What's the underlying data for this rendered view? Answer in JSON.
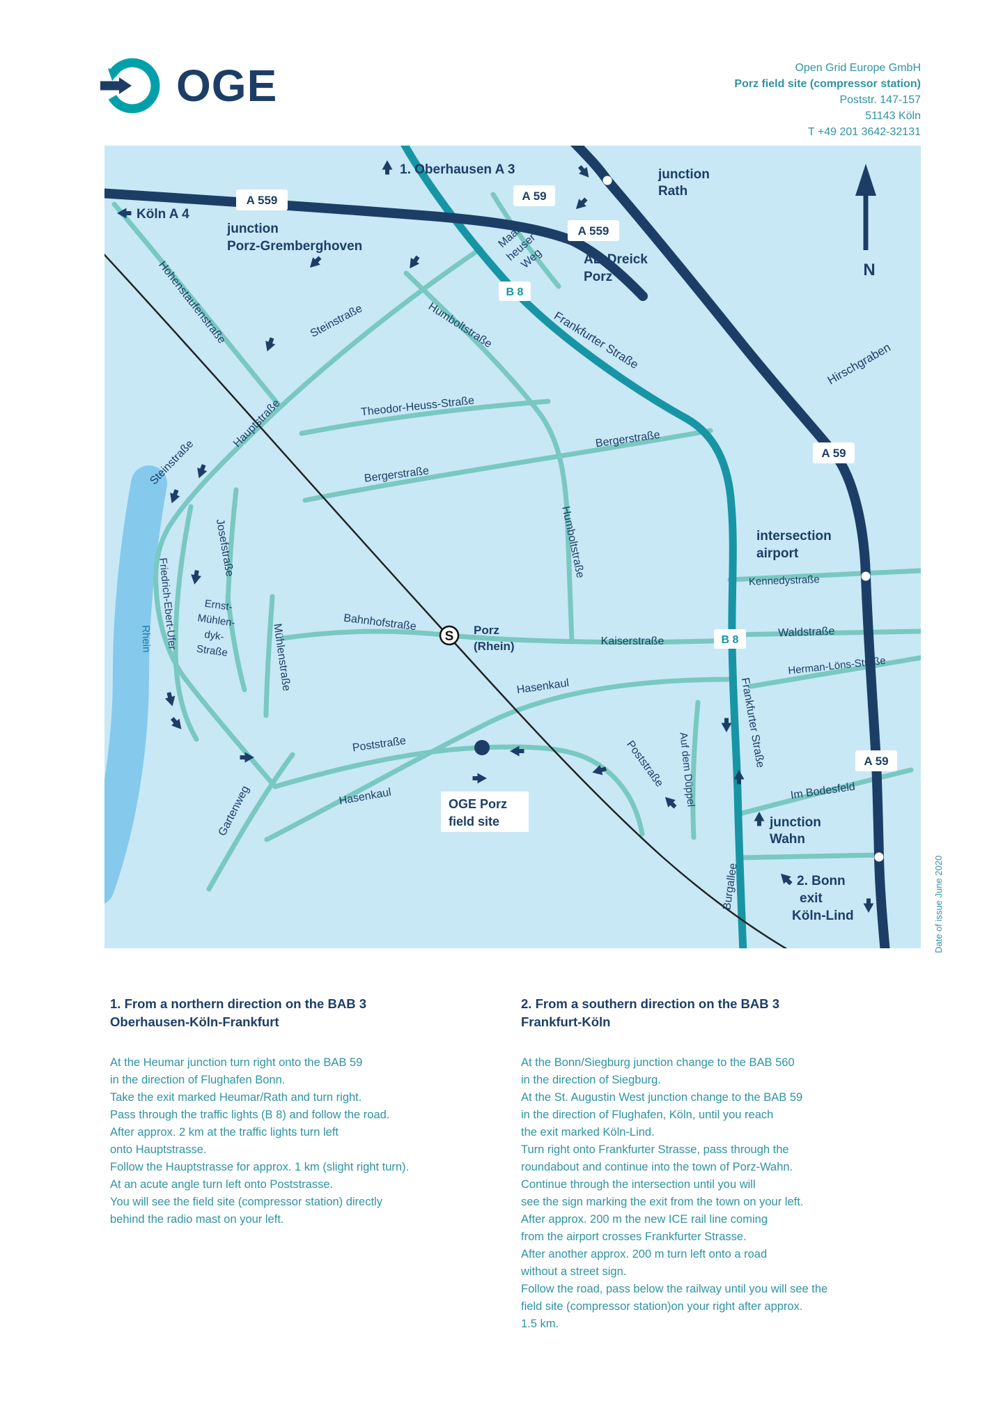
{
  "colors": {
    "navy": "#1c3e66",
    "teal_road": "#1795a5",
    "minor_road": "#79c8c1",
    "map_background": "#c8e8f6",
    "river_blue": "#85c9ec",
    "body_teal": "#2f93a3",
    "logo_teal": "#00a0ab"
  },
  "header": {
    "logo_text": "OGE",
    "company": "Open Grid Europe GmbH",
    "site": "Porz field site (compressor station)",
    "street": "Poststr. 147-157",
    "city": "51143 Köln",
    "phone": "T +49 201 3642-32131"
  },
  "map": {
    "north": "N",
    "sbahn": "S",
    "date_of_issue": "Date of issue June 2020",
    "shields": {
      "a559": "A 559",
      "a59": "A 59",
      "b8": "B 8"
    },
    "labels": {
      "oberhausen": "1. Oberhausen A 3",
      "junction_rath_1": "junction",
      "junction_rath_2": "Rath",
      "koeln_a4": "Köln A 4",
      "gremberghoven_1": "junction",
      "gremberghoven_2": "Porz-Gremberghoven",
      "maarheuser_1": "Maar-",
      "maarheuser_2": "heuser",
      "maarheuser_3": "Weg",
      "ab_dreick_1": "AB-Dreick",
      "ab_dreick_2": "Porz",
      "hirschgraben": "Hirschgraben",
      "steinstrasse_top": "Steinstraße",
      "humboltstrasse_1": "Humboltstraße",
      "frankfurter_1": "Frankfurter Straße",
      "hohenstaufenstrasse": "Hohenstaufenstraße",
      "theodor_heuss": "Theodor-Heuss-Straße",
      "bergerstrasse_1": "Bergerstraße",
      "bergerstrasse_2": "Bergerstraße",
      "steinstrasse_mid": "Steinstraße",
      "hauptstrasse": "Hauptstraße",
      "humboltstrasse_2": "Humboltstraße",
      "intersection_airport_1": "intersection",
      "intersection_airport_2": "airport",
      "kennedystrasse": "Kennedystraße",
      "josefstrasse": "Josefstraße",
      "friedrich_ebert_ufer": "Friedrich-Ebert-Ufer",
      "rhein": "Rhein",
      "ernst_1": "Ernst-",
      "ernst_2": "Mühlen-",
      "ernst_3": "dyk-",
      "ernst_4": "Straße",
      "muehlenstrasse": "Mühlenstraße",
      "bahnhofstrasse": "Bahnhofstraße",
      "porz_rhein_1": "Porz",
      "porz_rhein_2": "(Rhein)",
      "kaiserstrasse": "Kaiserstraße",
      "waldstrasse": "Waldstraße",
      "hasenkaul_1": "Hasenkaul",
      "herman_loens": "Herman-Löns-Straße",
      "frankfurter_2": "Frankfurter Straße",
      "poststrasse_1": "Poststraße",
      "poststrasse_2": "Poststraße",
      "auf_dem_dueppel": "Auf dem Düppel",
      "hasenkaul_2": "Hasenkaul",
      "gartenweg": "Gartenweg",
      "im_bodesfeld": "Im Bodesfeld",
      "junction_wahn_1": "junction",
      "junction_wahn_2": "Wahn",
      "burgallee": "Burgallee",
      "bonn_1": "2. Bonn",
      "bonn_2": "exit",
      "bonn_3": "Köln-Lind",
      "oge_site_1": "OGE Porz",
      "oge_site_2": "field site"
    }
  },
  "directions": {
    "north": {
      "heading": "1. From a northern direction on the BAB 3\nOberhausen-Köln-Frankfurt",
      "body": "At the Heumar junction turn right onto the BAB 59\nin the direction of Flughafen Bonn.\nTake the exit marked Heumar/Rath and turn right.\nPass through the traffic lights (B 8) and follow the road.\nAfter approx. 2 km at the traffic lights turn left\nonto Hauptstrasse.\nFollow the Hauptstrasse for approx. 1 km (slight right turn).\nAt an acute angle turn left onto Poststrasse.\nYou will see the field site (compressor station) directly\nbehind the radio mast on your left."
    },
    "south": {
      "heading": "2. From a southern direction on the BAB 3\nFrankfurt-Köln",
      "body": "At the Bonn/Siegburg junction change to the BAB 560\nin the direction of Siegburg.\nAt the St. Augustin West junction change to the BAB 59\nin the direction of Flughafen, Köln, until you reach\nthe exit marked Köln-Lind.\nTurn right onto Frankfurter Strasse, pass through the\nroundabout and continue into the town of Porz-Wahn.\nContinue through the intersection until you will\nsee the sign marking the exit from the town on your left.\nAfter approx. 200 m the new ICE rail line coming\nfrom the airport crosses Frankfurter Strasse.\nAfter another approx. 200 m turn left onto a road\nwithout a street sign.\nFollow the road, pass below the railway until you will see the\nfield site (compressor station)on your right after approx.\n1.5 km."
    }
  }
}
